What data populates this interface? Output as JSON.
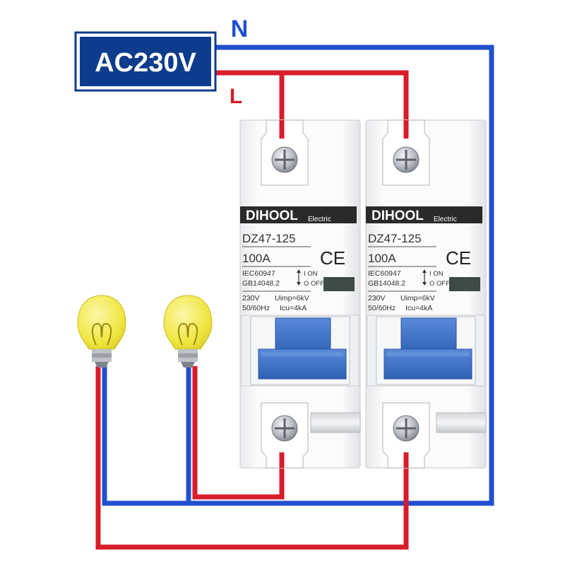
{
  "supply": {
    "label": "AC230V",
    "neutral_label": "N",
    "line_label": "L"
  },
  "colors": {
    "neutral_wire": "#2050d0",
    "line_wire": "#d81c2a",
    "supply_box": "#0e3c8c",
    "toggle": "#3d72c8",
    "bulb": "#f2e94a",
    "brand_bar": "#2a2a2a"
  },
  "breakers": [
    {
      "brand": "DIHOOL",
      "brand_suffix": "Electric",
      "model": "DZ47-125",
      "rating": "100A",
      "mark": "CE",
      "std1": "IEC60947",
      "std2": "GB14048.2",
      "on_label": "I ON",
      "off_label": "O OFF",
      "voltage": "230V",
      "frequency": "50/60Hz",
      "uimp": "Uimp=6kV",
      "icu": "Icu=4kA"
    },
    {
      "brand": "DIHOOL",
      "brand_suffix": "Electric",
      "model": "DZ47-125",
      "rating": "100A",
      "mark": "CE",
      "std1": "IEC60947",
      "std2": "GB14048.2",
      "on_label": "I ON",
      "off_label": "O OFF",
      "voltage": "230V",
      "frequency": "50/60Hz",
      "uimp": "Uimp=6kV",
      "icu": "Icu=4kA"
    }
  ],
  "bulbs": [
    {
      "icon": "light-bulb-icon"
    },
    {
      "icon": "light-bulb-icon"
    }
  ]
}
